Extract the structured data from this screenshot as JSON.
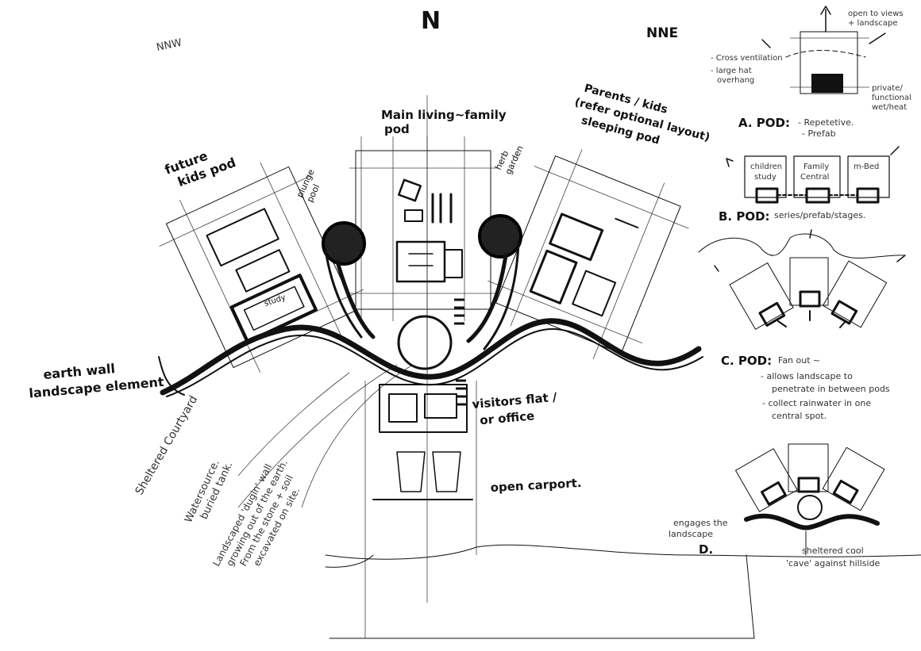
{
  "compass": {
    "north": "N",
    "nnw": "NNW",
    "nne": "NNE"
  },
  "main_plan": {
    "future_pod": [
      "future",
      "kids pod"
    ],
    "study": "study",
    "plunge_pool": [
      "plunge",
      "pool"
    ],
    "herb_garden": [
      "herb",
      "garden"
    ],
    "living_pod": [
      "Main living~family",
      "pod"
    ],
    "sleeping_pod": [
      "Parents / kids",
      "(refer optional layout)",
      "sleeping pod"
    ],
    "earth_wall": [
      "earth wall",
      "landscape element"
    ],
    "visitors": [
      "visitors flat /",
      "or office"
    ],
    "carport": "open carport.",
    "courtyard": "Sheltered Courtyard",
    "watersource": [
      "Watersource.",
      "buried tank."
    ],
    "landscaped_wall": [
      "Landscaped 'dugin' wall",
      "growing out of the earth.",
      "From the stone + soil",
      "excavated on site."
    ]
  },
  "option_a": {
    "label": "A. POD:",
    "notes": [
      "- Repetetive.",
      "- Prefab"
    ],
    "cross_ventilation": "- Cross ventilation",
    "large_hat": [
      "- large hat",
      "overhang"
    ],
    "open_views": [
      "open to views",
      "+ landscape"
    ],
    "private": [
      "private/",
      "functional",
      "wet/heat"
    ]
  },
  "option_b": {
    "label": "B. POD:",
    "notes": "series/prefab/stages.",
    "children": [
      "children",
      "study"
    ],
    "family": [
      "Family",
      "Central"
    ],
    "mbed": "m-Bed"
  },
  "option_c": {
    "label": "C. POD:",
    "notes": [
      "Fan out ~",
      "- allows landscape to",
      "penetrate in between pods",
      "- collect rainwater in one",
      "central spot."
    ]
  },
  "option_d": {
    "label": "D.",
    "engages": [
      "engages the",
      "landscape"
    ],
    "sheltered": [
      "sheltered cool",
      "'cave' against hillside"
    ]
  }
}
